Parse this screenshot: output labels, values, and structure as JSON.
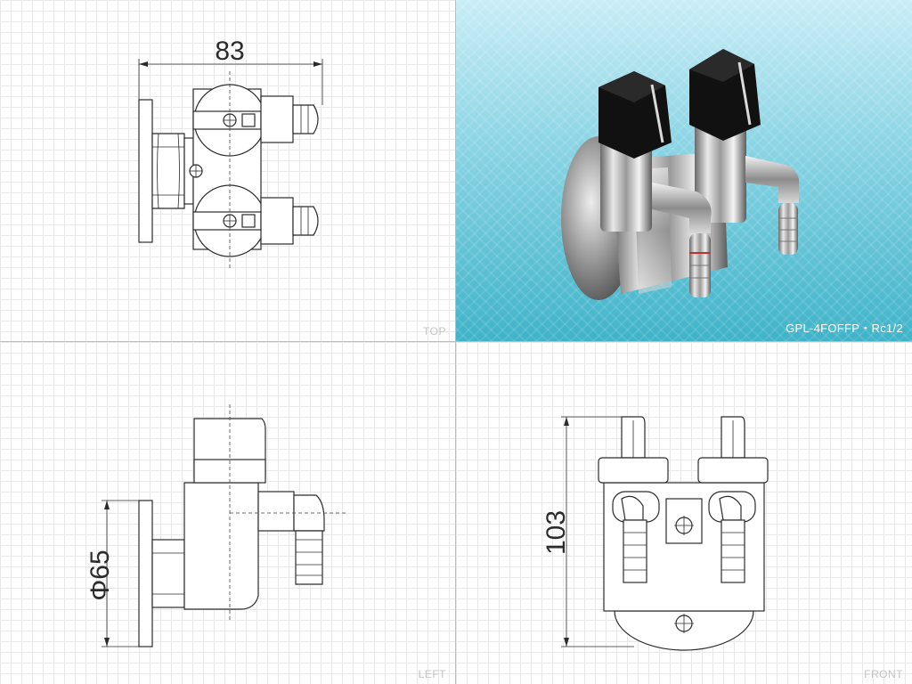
{
  "views": {
    "top": {
      "label": "TOP",
      "dimension": "83"
    },
    "photo": {
      "model": "GPL-4FOFFP・Rc1/2"
    },
    "left": {
      "label": "LEFT",
      "dimension": "Φ65"
    },
    "front": {
      "label": "FRONT",
      "dimension": "103"
    }
  },
  "colors": {
    "line": "#2b2b2b",
    "grid": "#e8e8e8",
    "photo_background": "#3fb3c9",
    "view_label": "#c3c3c3"
  }
}
